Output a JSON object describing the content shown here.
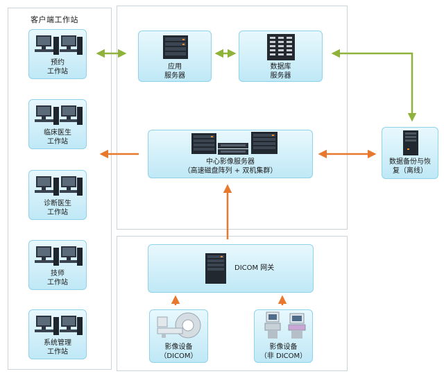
{
  "client_group": {
    "title": "客户端工作站"
  },
  "workstations": [
    {
      "line1": "预约",
      "line2": "工作站"
    },
    {
      "line1": "临床医生",
      "line2": "工作站"
    },
    {
      "line1": "诊断医生",
      "line2": "工作站"
    },
    {
      "line1": "技师",
      "line2": "工作站"
    },
    {
      "line1": "系统管理",
      "line2": "工作站"
    }
  ],
  "servers": {
    "app": {
      "line1": "应用",
      "line2": "服务器"
    },
    "db": {
      "line1": "数据库",
      "line2": "服务器"
    },
    "central": {
      "line1": "中心影像服务器",
      "line2": "（高速磁盘阵列 + 双机集群）"
    },
    "backup": {
      "line1": "数据备份与恢",
      "line2": "复（离线）"
    },
    "gateway": {
      "label": "DICOM 网关"
    }
  },
  "devices": {
    "dicom": {
      "line1": "影像设备",
      "line2": "（DICOM）"
    },
    "non_dicom": {
      "line1": "影像设备",
      "line2": "（非 DICOM）"
    }
  },
  "colors": {
    "box_border": "#8ed3ea",
    "box_fill": "#bfe8f6",
    "orange_arrow": "#e8782e",
    "green_arrow": "#8fb33a",
    "panel_border": "#c9d3d8"
  }
}
